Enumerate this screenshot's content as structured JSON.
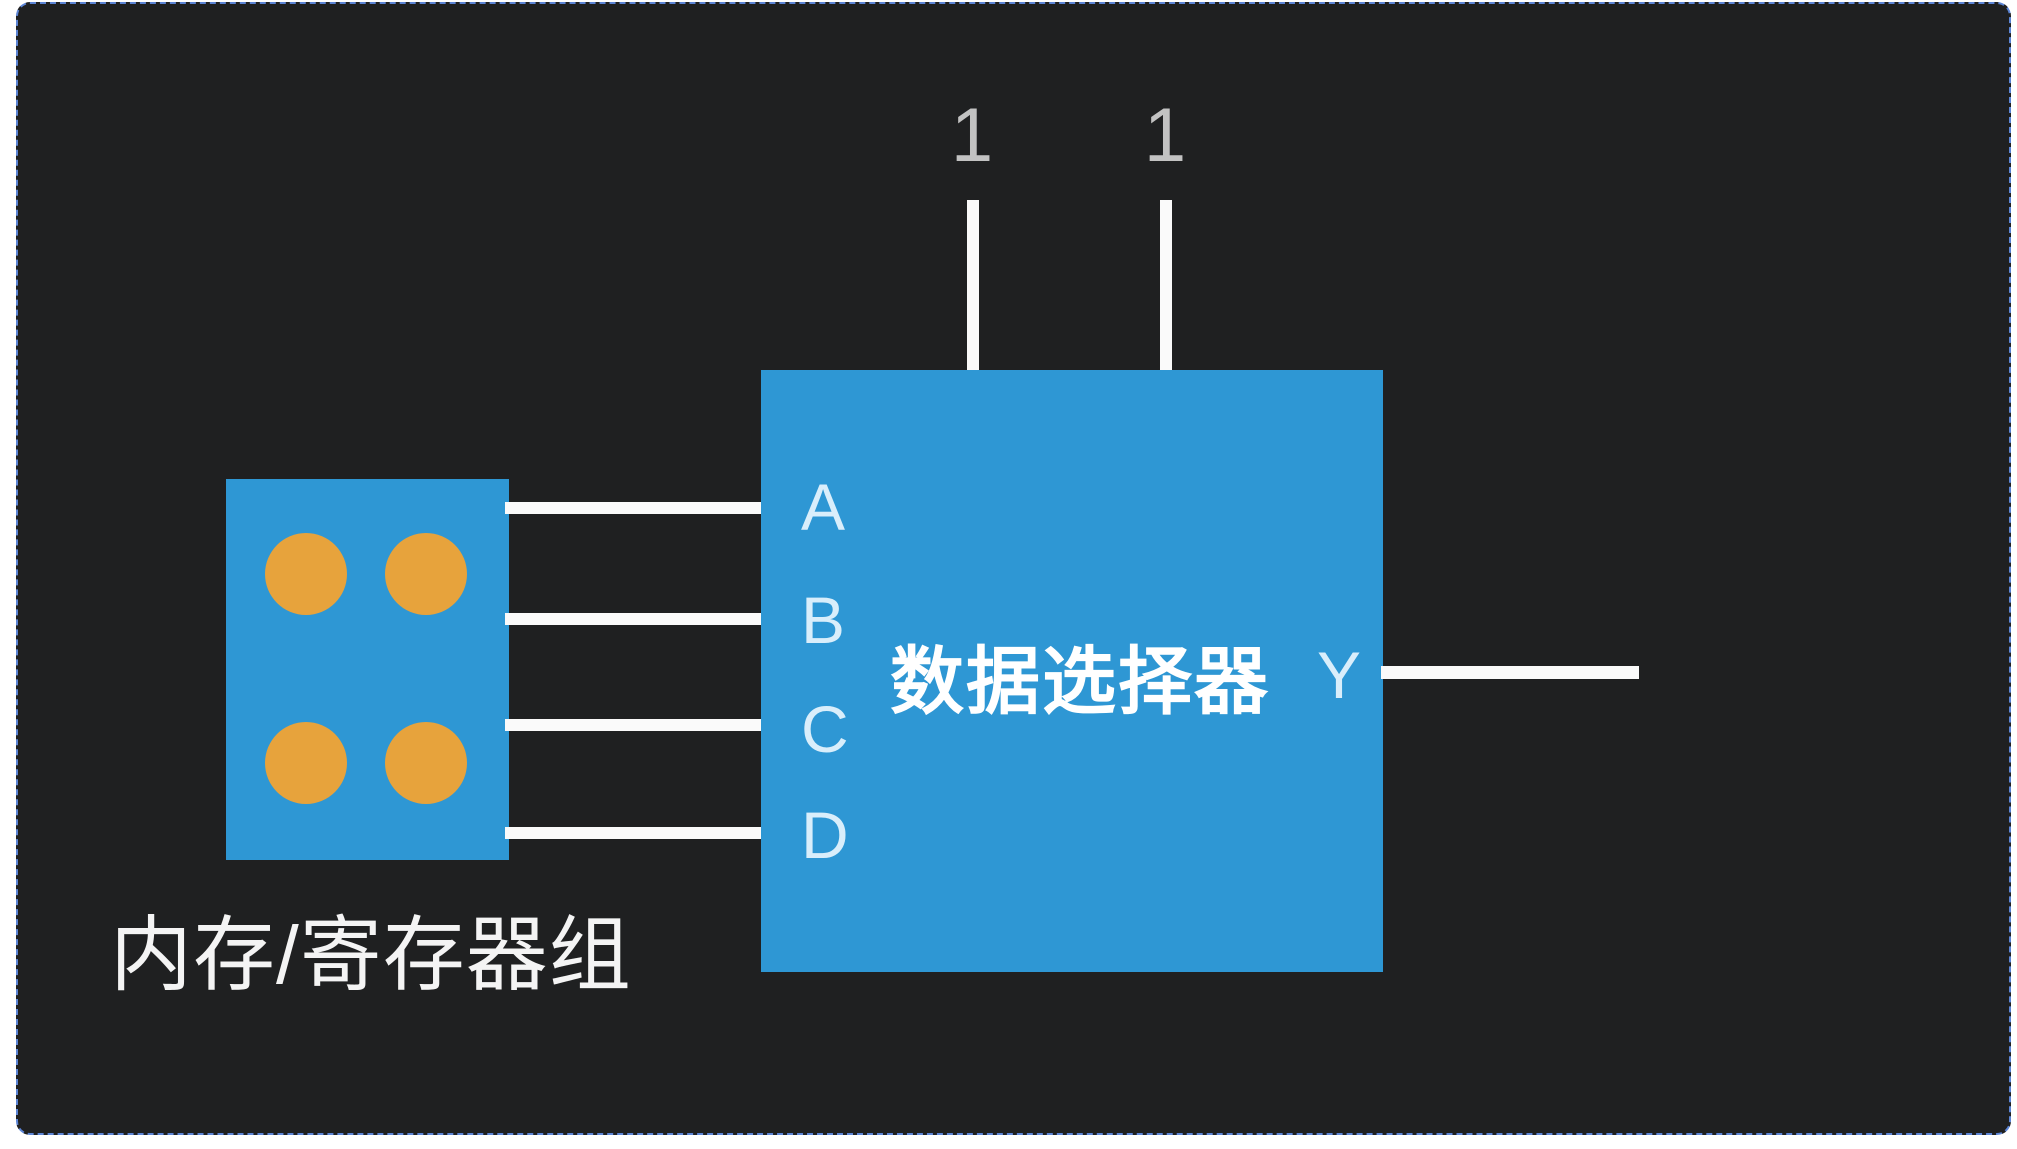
{
  "diagram": {
    "type": "block-diagram",
    "theme": {
      "page_background": "#ffffff",
      "canvas_background": "#1f2021",
      "selection_border": "#5c85d6",
      "block_blue": "#2e97d4",
      "cell_orange": "#e7a33c",
      "wire_white": "#fafafa",
      "const_gray": "#c2c2c2",
      "port_text": "#d9eefb",
      "title_white": "#ffffff"
    },
    "selector": {
      "title": "数据选择器",
      "inputs": [
        "A",
        "B",
        "C",
        "D"
      ],
      "output_label": "Y",
      "select_constants": [
        "1",
        "1"
      ]
    },
    "memory": {
      "caption": "内存/寄存器组",
      "cell_count": 4
    }
  }
}
